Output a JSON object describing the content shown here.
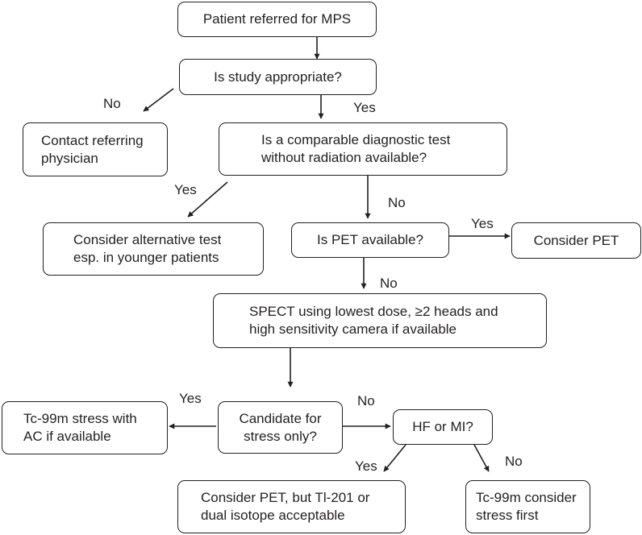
{
  "nodes": {
    "referred": "Patient referred for MPS",
    "appropriate": "Is study appropriate?",
    "contact": "Contact referring\nphysician",
    "comparable": "Is a comparable diagnostic test\nwithout radiation available?",
    "alternative": "Consider alternative test\nesp. in younger patients",
    "pet_available": "Is PET available?",
    "consider_pet": "Consider PET",
    "spect": "SPECT using lowest dose, ≥2 heads and\nhigh sensitivity camera if available",
    "stress_only": "Candidate for\nstress only?",
    "tc_stress_ac": "Tc-99m stress with\nAC if available",
    "hf_mi": "HF or MI?",
    "consider_pet_tl": "Consider PET, but Tl-201 or\ndual isotope acceptable",
    "tc_stress_first": "Tc-99m consider\nstress first"
  },
  "edge_labels": {
    "appropriate_no": "No",
    "appropriate_yes": "Yes",
    "comparable_yes": "Yes",
    "comparable_no": "No",
    "pet_yes": "Yes",
    "pet_no": "No",
    "stress_yes": "Yes",
    "stress_no": "No",
    "hfmi_yes": "Yes",
    "hfmi_no": "No"
  }
}
